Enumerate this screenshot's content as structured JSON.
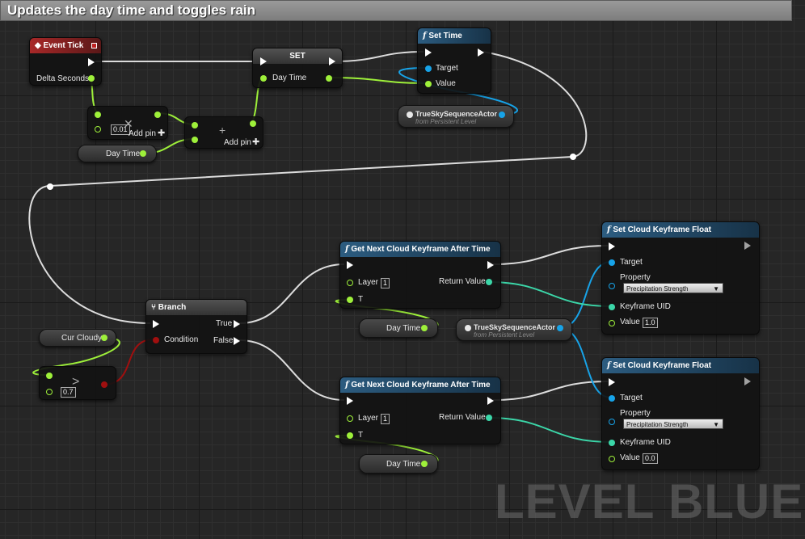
{
  "comment": {
    "title": "Updates the day time and toggles rain"
  },
  "watermark": "LEVEL BLUEPRINT",
  "nodes": {
    "event_tick": {
      "title": "Event Tick",
      "delta": "Delta Seconds"
    },
    "multiply": {
      "value": "0.01",
      "add_pin": "Add pin"
    },
    "add": {
      "add_pin": "Add pin"
    },
    "day_time_getter": "Day Time",
    "set": {
      "title": "SET",
      "var": "Day Time"
    },
    "set_time": {
      "title": "Set Time",
      "target": "Target",
      "value": "Value"
    },
    "actor_ref_1": {
      "name": "TrueSkySequenceActor",
      "sub": "from Persistent Level"
    },
    "cur_cloudy": "Cur Cloudy",
    "compare": {
      "value": "0.7"
    },
    "branch": {
      "title": "Branch",
      "condition": "Condition",
      "true_label": "True",
      "false_label": "False"
    },
    "get_next_1": {
      "title": "Get Next Cloud Keyframe After Time",
      "layer": "Layer",
      "layer_value": "1",
      "t": "T",
      "return_value": "Return Value"
    },
    "get_next_2": {
      "title": "Get Next Cloud Keyframe After Time",
      "layer": "Layer",
      "layer_value": "1",
      "t": "T",
      "return_value": "Return Value"
    },
    "day_time_2": "Day Time",
    "day_time_3": "Day Time",
    "actor_ref_2": {
      "name": "TrueSkySequenceActor",
      "sub": "from Persistent Level"
    },
    "set_cloud_1": {
      "title": "Set Cloud Keyframe Float",
      "target": "Target",
      "property": "Property",
      "property_value": "Precipitation Strength",
      "uid": "Keyframe UID",
      "value": "Value",
      "value_num": "1.0"
    },
    "set_cloud_2": {
      "title": "Set Cloud Keyframe Float",
      "target": "Target",
      "property": "Property",
      "property_value": "Precipitation Strength",
      "uid": "Keyframe UID",
      "value": "Value",
      "value_num": "0.0"
    }
  },
  "colors": {
    "exec": "#ffffff",
    "float": "#9ef03a",
    "object": "#17a3e8",
    "struct": "#3bd6a8",
    "bool": "#a00f0f"
  }
}
